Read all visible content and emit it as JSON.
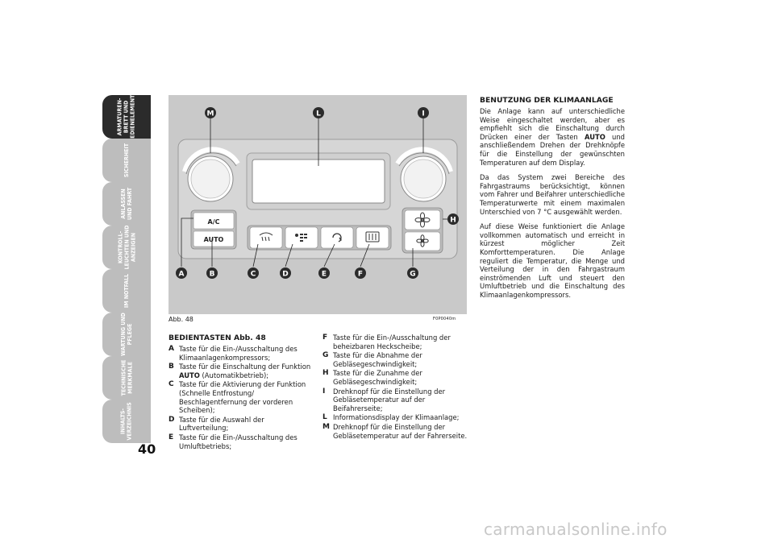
{
  "side_tabs": [
    {
      "label": "ARMATUREN-\nBRETT UND\nBEDIENELEMENTE",
      "active": true
    },
    {
      "label": "SICHERHEIT",
      "active": false
    },
    {
      "label": "ANLASSEN\nUND FAHRT",
      "active": false
    },
    {
      "label": "KONTROLL-\nLEUCHTEN UND\nANZEIGEN",
      "active": false
    },
    {
      "label": "IM NOTFALL",
      "active": false
    },
    {
      "label": "WARTUNG UND\nPFLEGE",
      "active": false
    },
    {
      "label": "TECHNISCHE\nMERKMALE",
      "active": false
    },
    {
      "label": "INHALTS-\nVERZEICHNIS",
      "active": false
    }
  ],
  "page_number": "40",
  "figure": {
    "caption": "Abb. 48",
    "code": "F0P0040m",
    "button_ac": "A/C",
    "button_auto": "AUTO",
    "callouts": [
      "M",
      "L",
      "I",
      "H",
      "A",
      "B",
      "C",
      "D",
      "E",
      "F",
      "G"
    ]
  },
  "buttons_section": {
    "heading": "BEDIENTASTEN Abb. 48",
    "items_left": [
      {
        "key": "A",
        "text": "Taste für die Ein-/Ausschaltung des Klimaanlagenkompressors;"
      },
      {
        "key": "B",
        "text_before": "Taste für die Einschaltung der Funktion ",
        "bold": "AUTO",
        "text_after": " (Automatikbetrieb);"
      },
      {
        "key": "C",
        "text": "Taste für die Aktivierung der Funktion (Schnelle Entfrostung/ Beschlagentfernung der vorderen Scheiben);"
      },
      {
        "key": "D",
        "text": "Taste für die Auswahl der Luftverteilung;"
      },
      {
        "key": "E",
        "text": "Taste für die Ein-/Ausschaltung des Umluftbetriebs;"
      }
    ],
    "items_right": [
      {
        "key": "F",
        "text": "Taste für die Ein-/Ausschaltung der beheizbaren Heckscheibe;"
      },
      {
        "key": "G",
        "text": "Taste für die Abnahme der Gebläsegeschwindigkeit;"
      },
      {
        "key": "H",
        "text": "Taste für die Zunahme der Gebläsegeschwindigkeit;"
      },
      {
        "key": "I",
        "text": "Drehknopf für die Einstellung der Gebläsetemperatur auf der Beifahrerseite;"
      },
      {
        "key": "L",
        "text": "Informationsdisplay der Klimaanlage;"
      },
      {
        "key": "M",
        "text": "Drehknopf für die Einstellung der Gebläsetemperatur auf der Fahrerseite."
      }
    ]
  },
  "usage_section": {
    "heading": "BENUTZUNG DER KLIMAANLAGE",
    "para1_before": "Die Anlage kann auf unterschiedliche Weise eingeschaltet werden, aber es empfiehlt sich die Einschaltung durch Drücken einer der Tasten ",
    "para1_bold": "AUTO",
    "para1_after": " und anschließendem Drehen der Drehknöpfe für die Einstellung der gewünschten Temperaturen auf dem Display.",
    "para2": "Da das System zwei Bereiche des Fahrgastraums berücksichtigt, können vom Fahrer und Beifahrer unterschiedliche Temperaturwerte mit einem maximalen Unterschied von 7 °C ausgewählt werden.",
    "para3": "Auf diese Weise funktioniert die Anlage vollkommen automatisch und erreicht in kürzest möglicher Zeit Komforttemperaturen. Die Anlage reguliert die Temperatur, die Menge und Verteilung der in den Fahrgastraum einströmenden Luft und steuert den Umluftbetrieb und die Einschaltung des Klimaanlagenkompressors."
  },
  "watermark": "carmanualsonline.info"
}
